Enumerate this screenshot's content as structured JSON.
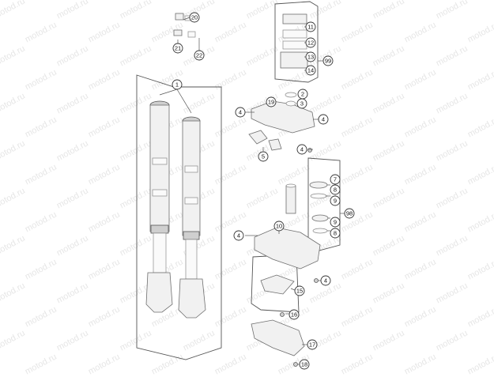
{
  "watermark": "motod.ru",
  "callouts": {
    "c1": "1",
    "c2": "2",
    "c3": "3",
    "c4a": "4",
    "c4b": "4",
    "c4c": "4",
    "c4d": "4",
    "c4e": "4",
    "c5": "5",
    "c7": "7",
    "c8a": "8",
    "c8b": "8",
    "c9a": "9",
    "c9b": "9",
    "c10": "10",
    "c11": "11",
    "c12": "12",
    "c13": "13",
    "c14": "14",
    "c15": "15",
    "c16": "16",
    "c17": "17",
    "c18": "18",
    "c19": "19",
    "c20": "20",
    "c21": "21",
    "c22": "22",
    "c98": "98",
    "c99": "99"
  },
  "colors": {
    "line": "#555555",
    "part_fill": "#f1f1f1",
    "watermark": "#e6e6e6"
  }
}
